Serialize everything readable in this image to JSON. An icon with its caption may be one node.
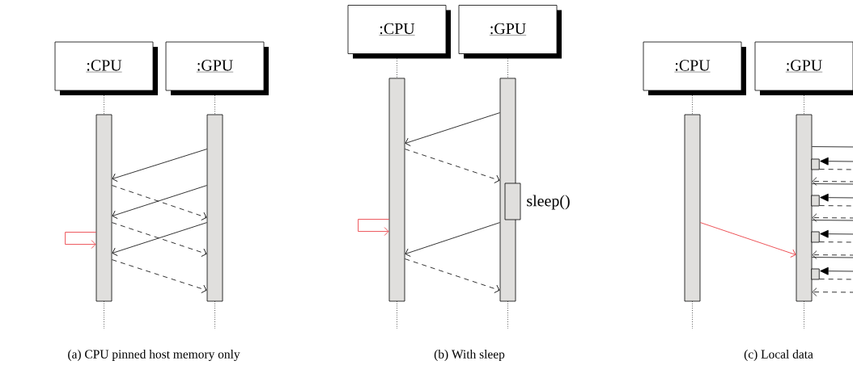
{
  "diagram": {
    "nodes": [
      {
        "text": [
          ":CPU"
        ]
      },
      {
        "text": [
          ":GPU"
        ]
      },
      {
        "text": [],
        "shape": "bar"
      },
      {
        "text": [],
        "shape": "bar"
      },
      {
        "text": [
          ":CPU"
        ]
      },
      {
        "text": [
          ":GPU"
        ]
      },
      {
        "text": [],
        "shape": "bar"
      },
      {
        "text": [],
        "shape": "bar"
      },
      {
        "text": [],
        "shape": "box",
        "beside": [
          "sleep()"
        ]
      },
      {
        "text": [
          ":CPU"
        ]
      },
      {
        "text": [
          ":GPU"
        ]
      },
      {
        "text": [],
        "shape": "bar"
      },
      {
        "text": [],
        "shape": "bar"
      },
      {
        "text": [],
        "shape": "box"
      },
      {
        "text": [],
        "shape": "box"
      },
      {
        "text": [],
        "shape": "box"
      },
      {
        "text": [],
        "shape": "box"
      }
    ],
    "edges": [
      {
        "from": 3,
        "to": 2,
        "arrow": "to"
      },
      {
        "from": 2,
        "to": 3,
        "arrow": "to",
        "style": "dashed"
      },
      {
        "from": 3,
        "to": 2,
        "arrow": "to"
      },
      {
        "from": 2,
        "to": 3,
        "arrow": "to",
        "style": "dashed"
      },
      {
        "from": 3,
        "to": 2,
        "arrow": "to"
      },
      {
        "from": 2,
        "to": 3,
        "arrow": "to",
        "style": "dashed"
      },
      {
        "from": 2,
        "to": 2,
        "arrow": "to",
        "color": "#e8282e"
      },
      {
        "from": 7,
        "to": 6,
        "arrow": "to"
      },
      {
        "from": 6,
        "to": 7,
        "arrow": "to",
        "style": "dashed"
      },
      {
        "from": 7,
        "to": 6,
        "arrow": "to"
      },
      {
        "from": 6,
        "to": 7,
        "arrow": "to",
        "style": "dashed"
      },
      {
        "from": 6,
        "to": 6,
        "arrow": "to",
        "color": "#e8282e"
      },
      {
        "from": 11,
        "to": 12,
        "arrow": "to",
        "color": "#e8282e"
      },
      {
        "from": 12,
        "to": null,
        "arrow": "none"
      },
      {
        "from": null,
        "to": 13,
        "arrow": "to"
      },
      {
        "from": 13,
        "to": null,
        "arrow": "none",
        "style": "dashed"
      },
      {
        "from": null,
        "to": 12,
        "arrow": "to",
        "style": "dashed"
      },
      {
        "from": 12,
        "to": null,
        "arrow": "none"
      },
      {
        "from": null,
        "to": 14,
        "arrow": "to"
      },
      {
        "from": 14,
        "to": null,
        "arrow": "none",
        "style": "dashed"
      },
      {
        "from": null,
        "to": 12,
        "arrow": "to",
        "style": "dashed"
      },
      {
        "from": 12,
        "to": null,
        "arrow": "none"
      },
      {
        "from": null,
        "to": 15,
        "arrow": "to"
      },
      {
        "from": 15,
        "to": null,
        "arrow": "none",
        "style": "dashed"
      },
      {
        "from": null,
        "to": 12,
        "arrow": "to",
        "style": "dashed"
      },
      {
        "from": 12,
        "to": null,
        "arrow": "none"
      },
      {
        "from": null,
        "to": 16,
        "arrow": "to"
      },
      {
        "from": 16,
        "to": null,
        "arrow": "none",
        "style": "dashed"
      },
      {
        "from": null,
        "to": 12,
        "arrow": "to",
        "style": "dashed"
      },
      {
        "from": 0,
        "to": 2,
        "arrow": "none",
        "style": "dashed"
      },
      {
        "from": 1,
        "to": 3,
        "arrow": "none",
        "style": "dashed"
      },
      {
        "from": 4,
        "to": 6,
        "arrow": "none",
        "style": "dashed"
      },
      {
        "from": 5,
        "to": 7,
        "arrow": "none",
        "style": "dashed"
      },
      {
        "from": 9,
        "to": 11,
        "arrow": "none",
        "style": "dashed"
      },
      {
        "from": 10,
        "to": 12,
        "arrow": "none",
        "style": "dashed"
      }
    ],
    "labels": [
      "(a) CPU pinned host memory only",
      "(b) With sleep",
      "(c) Local data"
    ]
  }
}
